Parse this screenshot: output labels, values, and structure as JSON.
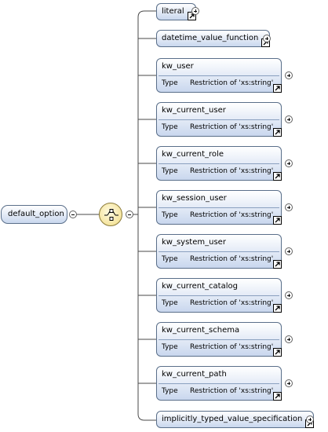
{
  "root": {
    "label": "default_option"
  },
  "children": [
    {
      "label": "literal",
      "kind": "simple"
    },
    {
      "label": "datetime_value_function",
      "kind": "simple"
    },
    {
      "label": "kw_user",
      "kind": "complex",
      "type_label": "Type",
      "type_value": "Restriction of 'xs:string'"
    },
    {
      "label": "kw_current_user",
      "kind": "complex",
      "type_label": "Type",
      "type_value": "Restriction of 'xs:string'"
    },
    {
      "label": "kw_current_role",
      "kind": "complex",
      "type_label": "Type",
      "type_value": "Restriction of 'xs:string'"
    },
    {
      "label": "kw_session_user",
      "kind": "complex",
      "type_label": "Type",
      "type_value": "Restriction of 'xs:string'"
    },
    {
      "label": "kw_system_user",
      "kind": "complex",
      "type_label": "Type",
      "type_value": "Restriction of 'xs:string'"
    },
    {
      "label": "kw_current_catalog",
      "kind": "complex",
      "type_label": "Type",
      "type_value": "Restriction of 'xs:string'"
    },
    {
      "label": "kw_current_schema",
      "kind": "complex",
      "type_label": "Type",
      "type_value": "Restriction of 'xs:string'"
    },
    {
      "label": "kw_current_path",
      "kind": "complex",
      "type_label": "Type",
      "type_value": "Restriction of 'xs:string'"
    },
    {
      "label": "implicitly_typed_value_specification",
      "kind": "simple"
    }
  ]
}
